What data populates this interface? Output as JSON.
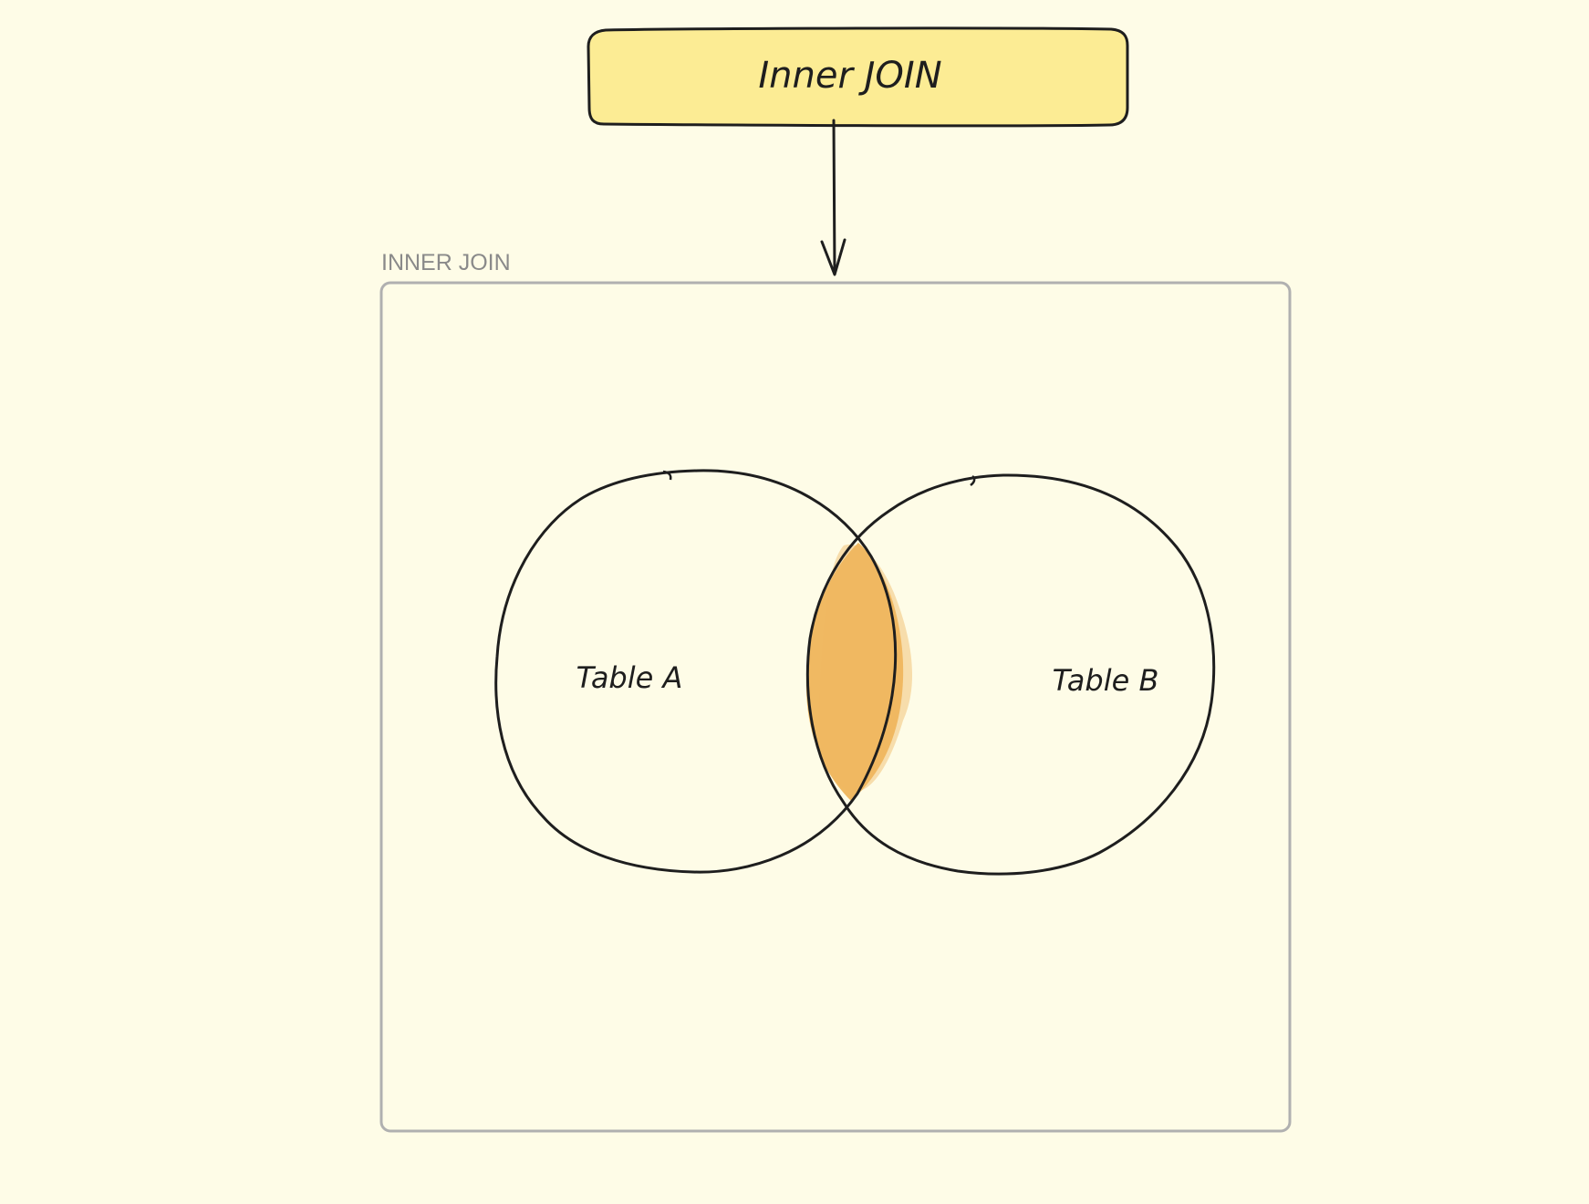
{
  "colors": {
    "background": "#fefce7",
    "title_box_fill": "#fcec94",
    "stroke": "#1e1e1e",
    "frame_stroke": "#b0b0b0",
    "frame_label": "#8a8a8a",
    "intersection_fill": "#f0b962"
  },
  "title_box": {
    "label": "Inner JOIN"
  },
  "frame": {
    "label": "INNER JOIN"
  },
  "venn": {
    "left_label": "Table A",
    "right_label": "Table B",
    "highlighted_region": "intersection"
  }
}
